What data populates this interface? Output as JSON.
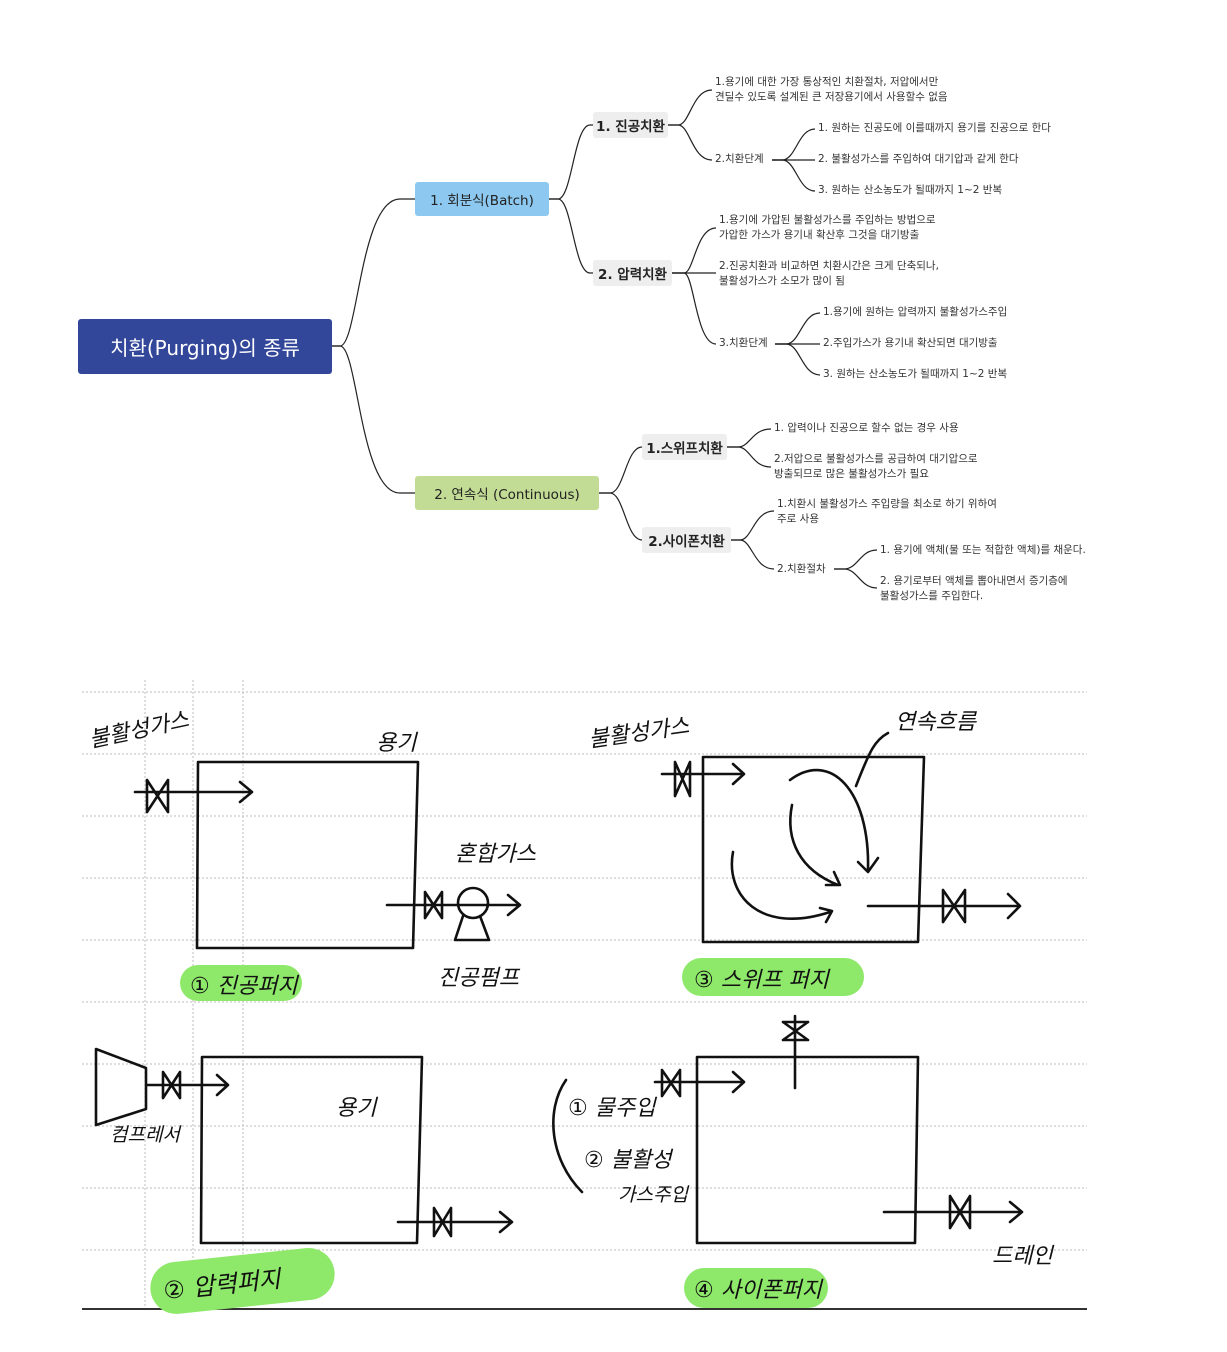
{
  "mindmap": {
    "root": "치환(Purging)의 종류",
    "batch": {
      "label": "1. 회분식(Batch)",
      "vacuum": {
        "label": "1. 진공치환",
        "note1": [
          "1.용기에 대한 가장 통상적인 치환절차, 저압에서만",
          "견딜수 있도록 설계된 큰 저장용기에서 사용할수 없음"
        ],
        "steps_label": "2.치환단계",
        "steps": [
          "1. 원하는 진공도에 이를때까지 용기를 진공으로 한다",
          "2. 불활성가스를 주입하여 대기압과 같게 한다",
          "3. 원하는 산소농도가 될때까지 1~2 반복"
        ]
      },
      "pressure": {
        "label": "2. 압력치환",
        "note1": [
          "1.용기에 가압된 불활성가스를 주입하는 방법으로",
          "가압한 가스가 용기내 확산후 그것을 대기방출"
        ],
        "note2": [
          "2.진공치환과 비교하면 치환시간은 크게 단축되나,",
          "불활성가스가 소모가 많이 됨"
        ],
        "steps_label": "3.치환단계",
        "steps": [
          "1.용기에 원하는 압력까지 불활성가스주입",
          "2.주입가스가 용기내 확산되면 대기방출",
          "3. 원하는 산소농도가 될때까지 1~2 반복"
        ]
      }
    },
    "continuous": {
      "label": "2. 연속식 (Continuous)",
      "sweep": {
        "label": "1.스위프치환",
        "note1": [
          "1. 압력이나 진공으로 할수 없는 경우 사용"
        ],
        "note2": [
          "2.저압으로 불활성가스를 공급하여 대기압으로",
          "방출되므로 많은 불활성가스가 필요"
        ]
      },
      "siphon": {
        "label": "2.사이폰치환",
        "note1": [
          "1.치환시 불활성가스 주입량을 최소로 하기 위하여",
          "주로 사용"
        ],
        "steps_label": "2.치환절차",
        "steps": [
          "1. 용기에 액체(물 또는 적합한 액체)를 채운다.",
          "2. 용기로부터 액체를 뽑아내면서 증기층에",
          "불활성가스를 주입한다."
        ]
      }
    }
  },
  "sketch": {
    "vacuum": {
      "gas": "불활성가스",
      "vessel": "용기",
      "mixed": "혼합가스",
      "pump": "진공펌프",
      "caption": "① 진공퍼지"
    },
    "sweep": {
      "gas": "불활성가스",
      "flow": "연속흐름",
      "caption": "③ 스위프 퍼지"
    },
    "pressure": {
      "compressor": "컴프레서",
      "vessel": "용기",
      "caption": "② 압력퍼지"
    },
    "siphon": {
      "step1": "① 물주입",
      "step2": "② 불활성",
      "step2b": "가스주입",
      "drain": "드레인",
      "caption": "④ 사이폰퍼지"
    }
  }
}
